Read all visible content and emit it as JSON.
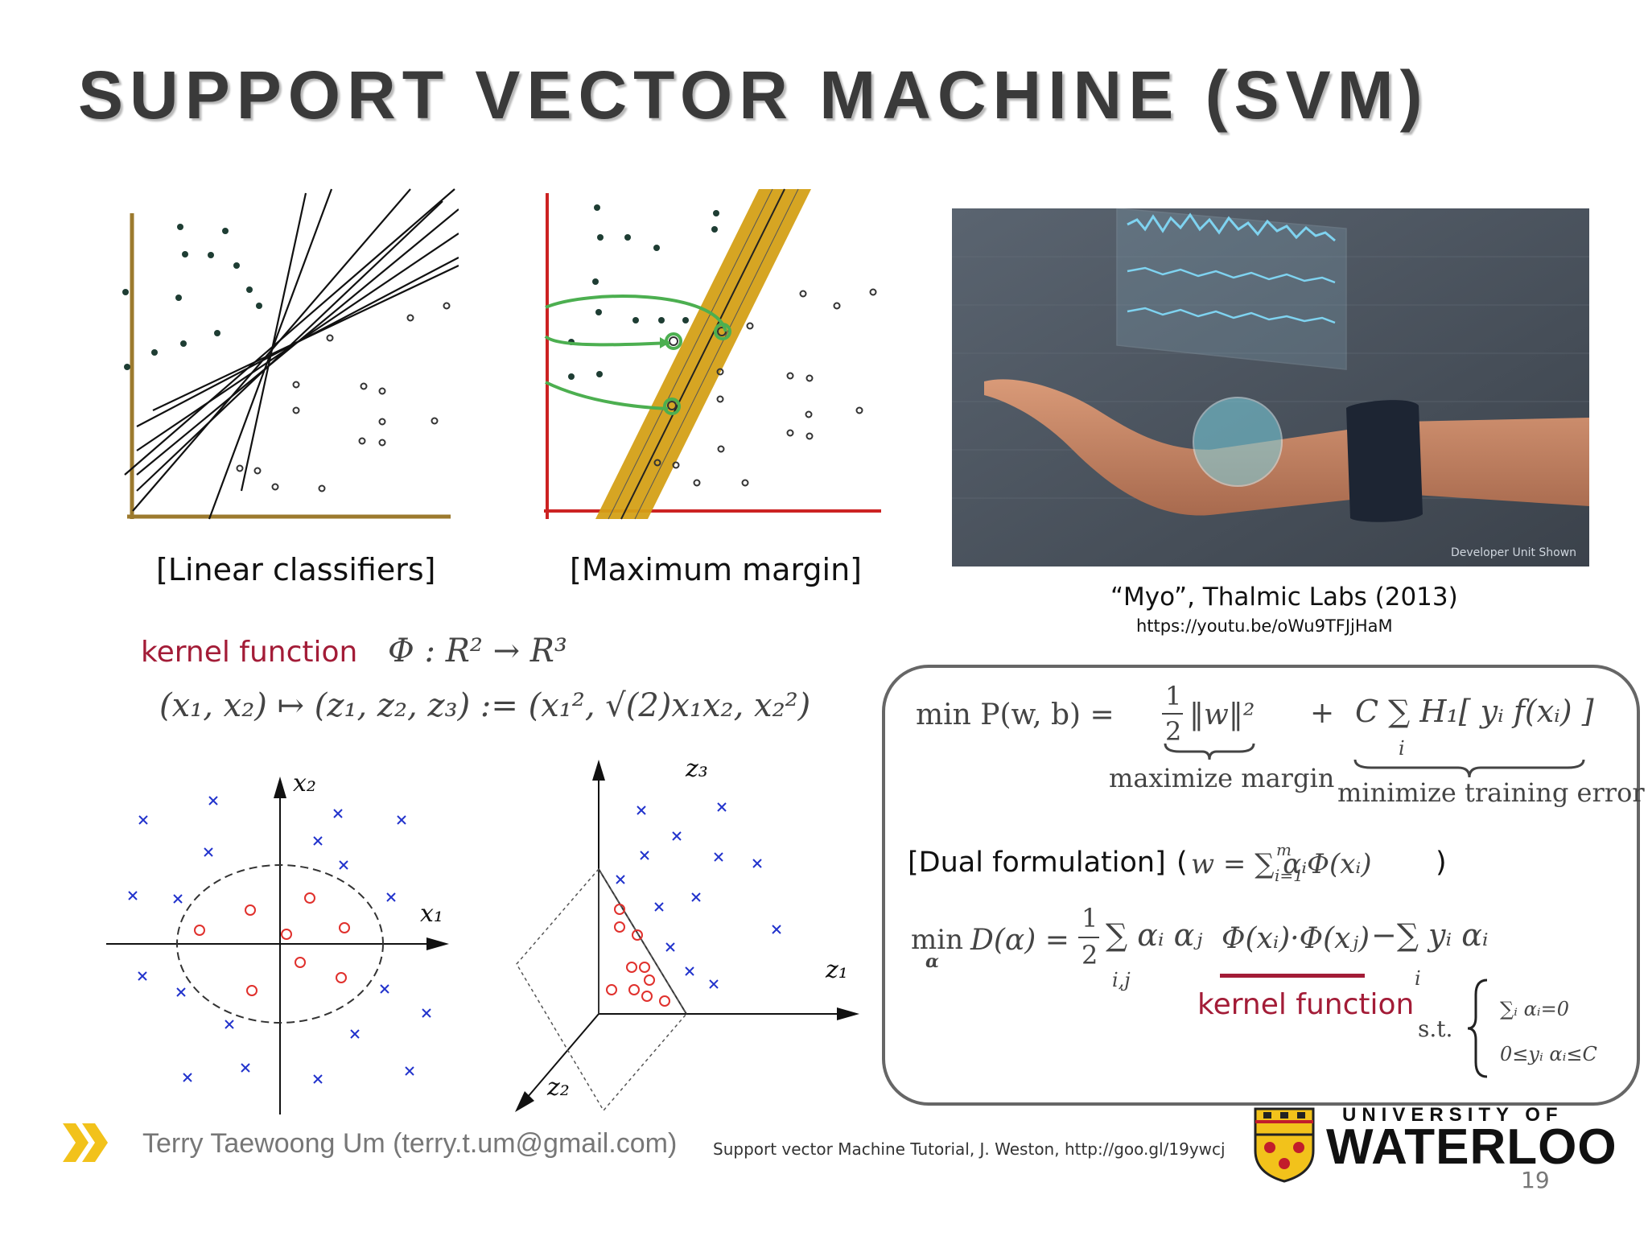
{
  "slide": {
    "title": "SUPPORT VECTOR MACHINE (SVM)",
    "page_number": "19"
  },
  "figures": {
    "linear_caption": "[Linear classifiers]",
    "margin_caption": "[Maximum margin]",
    "myo_caption": "“Myo”,  Thalmic Labs (2013)",
    "myo_url": "https://youtu.be/oWu9TFJjHaM",
    "myo_watermark": "Developer Unit Shown"
  },
  "kernel": {
    "label": "kernel function",
    "phi_map": "Φ : R² → R³",
    "mapping": "(x₁, x₂) ↦ (z₁, z₂, z₃) := (x₁², √(2)x₁x₂, x₂²)",
    "axis_x1": "x₁",
    "axis_x2": "x₂",
    "axis_z1": "z₁",
    "axis_z2": "z₂",
    "axis_z3": "z₃"
  },
  "formula_box": {
    "primal_lhs": "min P(w, b) =",
    "half": "1",
    "half_den": "2",
    "norm_w": "‖w‖²",
    "plus": "+",
    "c_sum": "C ∑ H₁[ yᵢ f(xᵢ) ]",
    "sum_index": "i",
    "maximize_margin": "maximize margin",
    "minimize_error": "minimize training error",
    "dual_label": "[Dual formulation]",
    "dual_w_open": "(",
    "dual_w": "w = ∑ αᵢΦ(xᵢ)",
    "dual_w_sup": "m",
    "dual_w_sub": "i=1",
    "dual_w_close": ")",
    "dual_min": "min",
    "dual_alpha": "α",
    "dual_D": "D(α) =",
    "dual_sum1": "∑ αᵢ αⱼ",
    "dual_sum1_idx": "i,j",
    "dual_kernel": "Φ(xᵢ)·Φ(xⱼ)",
    "dual_minus": "−∑ yᵢ αᵢ",
    "dual_sum2_idx": "i",
    "kernel_label": "kernel function",
    "st": "s.t.",
    "constraint1": "∑ᵢ αᵢ=0",
    "constraint2": "0≤yᵢ αᵢ≤C"
  },
  "footer": {
    "author": "Terry Taewoong Um (terry.t.um@gmail.com)",
    "reference": "Support vector Machine Tutorial, J. Weston, http://goo.gl/19ywcj",
    "uni_top": "UNIVERSITY OF",
    "uni_name": "WATERLOO"
  },
  "colors": {
    "title": "#3a3a3a",
    "kernel_red": "#a31c37",
    "margin_band": "#d4a017",
    "arrow_green": "#4caf50",
    "cross_blue": "#2233cc",
    "circle_red": "#e0302c",
    "accent_yellow": "#f2c21b"
  }
}
